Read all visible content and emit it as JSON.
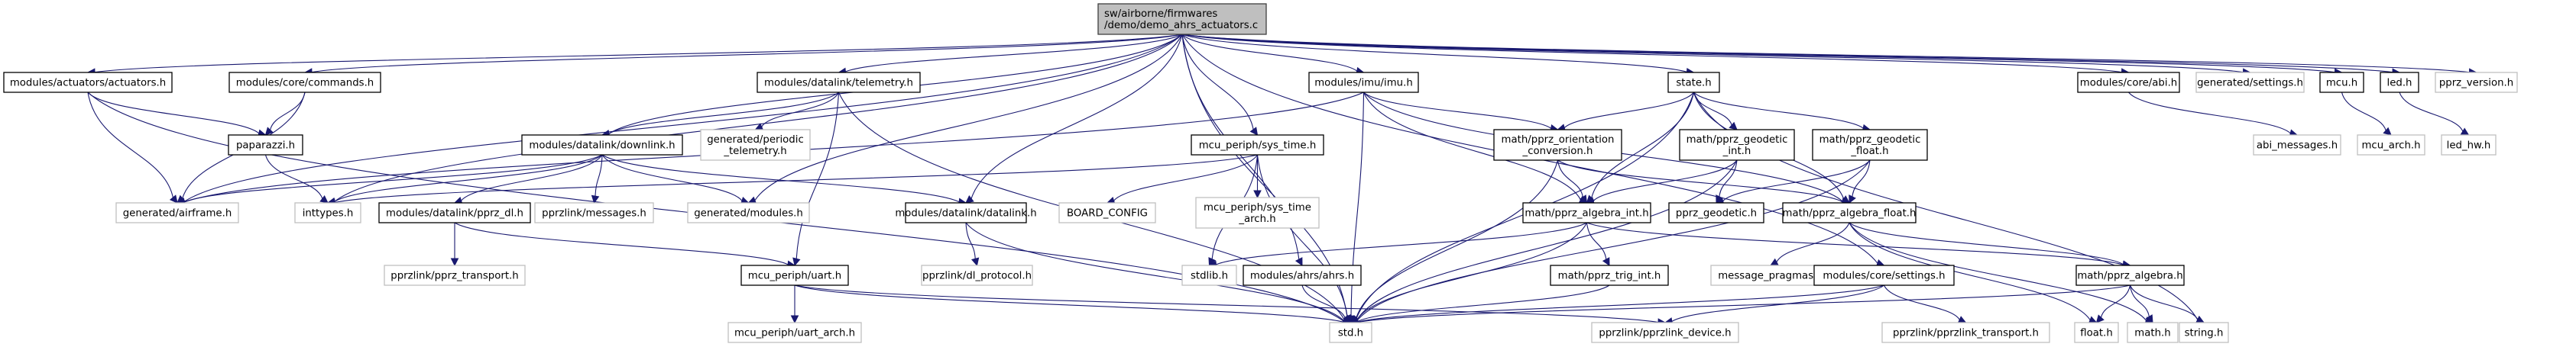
{
  "diagram": {
    "type": "include-dependency-graph",
    "root": "root",
    "colors": {
      "edge": "#191970",
      "root_fill": "#bfbfbf",
      "documented_border": "#000000",
      "undocumented_border": "#bfbfbf"
    },
    "nodes": [
      {
        "id": "root",
        "label": [
          "sw/airborne/firmwares",
          "/demo/demo_ahrs_actuators.c"
        ],
        "kind": "root"
      },
      {
        "id": "actuators",
        "label": [
          "modules/actuators/actuators.h"
        ],
        "kind": "documented"
      },
      {
        "id": "commands",
        "label": [
          "modules/core/commands.h"
        ],
        "kind": "documented"
      },
      {
        "id": "telemetry",
        "label": [
          "modules/datalink/telemetry.h"
        ],
        "kind": "documented"
      },
      {
        "id": "imu",
        "label": [
          "modules/imu/imu.h"
        ],
        "kind": "documented"
      },
      {
        "id": "state",
        "label": [
          "state.h"
        ],
        "kind": "documented"
      },
      {
        "id": "abi",
        "label": [
          "modules/core/abi.h"
        ],
        "kind": "documented"
      },
      {
        "id": "gen_settings",
        "label": [
          "generated/settings.h"
        ],
        "kind": "undocumented"
      },
      {
        "id": "mcu",
        "label": [
          "mcu.h"
        ],
        "kind": "documented"
      },
      {
        "id": "led",
        "label": [
          "led.h"
        ],
        "kind": "documented"
      },
      {
        "id": "pprz_version",
        "label": [
          "pprz_version.h"
        ],
        "kind": "undocumented"
      },
      {
        "id": "paparazzi",
        "label": [
          "paparazzi.h"
        ],
        "kind": "documented"
      },
      {
        "id": "downlink",
        "label": [
          "modules/datalink/downlink.h"
        ],
        "kind": "documented"
      },
      {
        "id": "periodic_telemetry",
        "label": [
          "generated/periodic",
          "_telemetry.h"
        ],
        "kind": "undocumented"
      },
      {
        "id": "sys_time",
        "label": [
          "mcu_periph/sys_time.h"
        ],
        "kind": "documented"
      },
      {
        "id": "orientation_conversion",
        "label": [
          "math/pprz_orientation",
          "_conversion.h"
        ],
        "kind": "documented"
      },
      {
        "id": "geodetic_int",
        "label": [
          "math/pprz_geodetic",
          "_int.h"
        ],
        "kind": "documented"
      },
      {
        "id": "geodetic_float",
        "label": [
          "math/pprz_geodetic",
          "_float.h"
        ],
        "kind": "documented"
      },
      {
        "id": "abi_messages",
        "label": [
          "abi_messages.h"
        ],
        "kind": "undocumented"
      },
      {
        "id": "mcu_arch",
        "label": [
          "mcu_arch.h"
        ],
        "kind": "undocumented"
      },
      {
        "id": "led_hw",
        "label": [
          "led_hw.h"
        ],
        "kind": "undocumented"
      },
      {
        "id": "airframe",
        "label": [
          "generated/airframe.h"
        ],
        "kind": "undocumented"
      },
      {
        "id": "inttypes",
        "label": [
          "inttypes.h"
        ],
        "kind": "undocumented"
      },
      {
        "id": "pprz_dl",
        "label": [
          "modules/datalink/pprz_dl.h"
        ],
        "kind": "documented"
      },
      {
        "id": "messages",
        "label": [
          "pprzlink/messages.h"
        ],
        "kind": "undocumented"
      },
      {
        "id": "gen_modules",
        "label": [
          "generated/modules.h"
        ],
        "kind": "undocumented"
      },
      {
        "id": "datalink",
        "label": [
          "modules/datalink/datalink.h"
        ],
        "kind": "documented"
      },
      {
        "id": "board_config",
        "label": [
          "BOARD_CONFIG"
        ],
        "kind": "undocumented"
      },
      {
        "id": "sys_time_arch",
        "label": [
          "mcu_periph/sys_time",
          "_arch.h"
        ],
        "kind": "undocumented"
      },
      {
        "id": "algebra_int",
        "label": [
          "math/pprz_algebra_int.h"
        ],
        "kind": "documented"
      },
      {
        "id": "pprz_geodetic",
        "label": [
          "pprz_geodetic.h"
        ],
        "kind": "documented"
      },
      {
        "id": "algebra_float",
        "label": [
          "math/pprz_algebra_float.h"
        ],
        "kind": "documented"
      },
      {
        "id": "pprz_transport",
        "label": [
          "pprzlink/pprz_transport.h"
        ],
        "kind": "undocumented"
      },
      {
        "id": "uart",
        "label": [
          "mcu_periph/uart.h"
        ],
        "kind": "documented"
      },
      {
        "id": "dl_protocol",
        "label": [
          "pprzlink/dl_protocol.h"
        ],
        "kind": "undocumented"
      },
      {
        "id": "stdlib",
        "label": [
          "stdlib.h"
        ],
        "kind": "undocumented"
      },
      {
        "id": "ahrs",
        "label": [
          "modules/ahrs/ahrs.h"
        ],
        "kind": "documented"
      },
      {
        "id": "trig_int",
        "label": [
          "math/pprz_trig_int.h"
        ],
        "kind": "documented"
      },
      {
        "id": "message_pragmas",
        "label": [
          "message_pragmas.h"
        ],
        "kind": "undocumented"
      },
      {
        "id": "settings",
        "label": [
          "modules/core/settings.h"
        ],
        "kind": "documented"
      },
      {
        "id": "algebra",
        "label": [
          "math/pprz_algebra.h"
        ],
        "kind": "documented"
      },
      {
        "id": "uart_arch",
        "label": [
          "mcu_periph/uart_arch.h"
        ],
        "kind": "undocumented"
      },
      {
        "id": "std",
        "label": [
          "std.h"
        ],
        "kind": "undocumented"
      },
      {
        "id": "pprzlink_device",
        "label": [
          "pprzlink/pprzlink_device.h"
        ],
        "kind": "undocumented"
      },
      {
        "id": "pprzlink_transport",
        "label": [
          "pprzlink/pprzlink_transport.h"
        ],
        "kind": "undocumented"
      },
      {
        "id": "float_h",
        "label": [
          "float.h"
        ],
        "kind": "undocumented"
      },
      {
        "id": "math_h",
        "label": [
          "math.h"
        ],
        "kind": "undocumented"
      },
      {
        "id": "string_h",
        "label": [
          "string.h"
        ],
        "kind": "undocumented"
      }
    ],
    "edges": [
      [
        "root",
        "actuators"
      ],
      [
        "root",
        "commands"
      ],
      [
        "root",
        "telemetry"
      ],
      [
        "root",
        "imu"
      ],
      [
        "root",
        "state"
      ],
      [
        "root",
        "abi"
      ],
      [
        "root",
        "gen_settings"
      ],
      [
        "root",
        "mcu"
      ],
      [
        "root",
        "led"
      ],
      [
        "root",
        "pprz_version"
      ],
      [
        "root",
        "airframe"
      ],
      [
        "root",
        "downlink"
      ],
      [
        "root",
        "sys_time"
      ],
      [
        "root",
        "inttypes"
      ],
      [
        "root",
        "gen_modules"
      ],
      [
        "root",
        "datalink"
      ],
      [
        "root",
        "ahrs"
      ],
      [
        "root",
        "settings"
      ],
      [
        "root",
        "std"
      ],
      [
        "actuators",
        "paparazzi"
      ],
      [
        "actuators",
        "airframe"
      ],
      [
        "actuators",
        "std"
      ],
      [
        "commands",
        "paparazzi"
      ],
      [
        "commands",
        "airframe"
      ],
      [
        "paparazzi",
        "inttypes"
      ],
      [
        "telemetry",
        "downlink"
      ],
      [
        "telemetry",
        "periodic_telemetry"
      ],
      [
        "telemetry",
        "uart"
      ],
      [
        "telemetry",
        "std"
      ],
      [
        "downlink",
        "airframe"
      ],
      [
        "downlink",
        "inttypes"
      ],
      [
        "downlink",
        "pprz_dl"
      ],
      [
        "downlink",
        "messages"
      ],
      [
        "downlink",
        "gen_modules"
      ],
      [
        "downlink",
        "datalink"
      ],
      [
        "pprz_dl",
        "pprz_transport"
      ],
      [
        "pprz_dl",
        "uart"
      ],
      [
        "datalink",
        "dl_protocol"
      ],
      [
        "datalink",
        "std"
      ],
      [
        "uart",
        "uart_arch"
      ],
      [
        "uart",
        "std"
      ],
      [
        "uart",
        "pprzlink_device"
      ],
      [
        "sys_time",
        "inttypes"
      ],
      [
        "sys_time",
        "board_config"
      ],
      [
        "sys_time",
        "sys_time_arch"
      ],
      [
        "sys_time",
        "stdlib"
      ],
      [
        "sys_time",
        "std"
      ],
      [
        "imu",
        "airframe"
      ],
      [
        "imu",
        "orientation_conversion"
      ],
      [
        "imu",
        "algebra_int"
      ],
      [
        "imu",
        "algebra_float"
      ],
      [
        "imu",
        "std"
      ],
      [
        "state",
        "orientation_conversion"
      ],
      [
        "state",
        "geodetic_int"
      ],
      [
        "state",
        "geodetic_float"
      ],
      [
        "state",
        "algebra_int"
      ],
      [
        "state",
        "algebra_float"
      ],
      [
        "state",
        "std"
      ],
      [
        "state",
        "string_h"
      ],
      [
        "orientation_conversion",
        "algebra_int"
      ],
      [
        "orientation_conversion",
        "algebra_float"
      ],
      [
        "orientation_conversion",
        "std"
      ],
      [
        "geodetic_int",
        "algebra_int"
      ],
      [
        "geodetic_int",
        "pprz_geodetic"
      ],
      [
        "geodetic_int",
        "std"
      ],
      [
        "geodetic_float",
        "pprz_geodetic"
      ],
      [
        "geodetic_float",
        "algebra_float"
      ],
      [
        "geodetic_float",
        "std"
      ],
      [
        "algebra_int",
        "stdlib"
      ],
      [
        "algebra_int",
        "trig_int"
      ],
      [
        "algebra_int",
        "algebra"
      ],
      [
        "algebra_int",
        "std"
      ],
      [
        "trig_int",
        "std"
      ],
      [
        "algebra_float",
        "message_pragmas"
      ],
      [
        "algebra_float",
        "algebra"
      ],
      [
        "algebra_float",
        "float_h"
      ],
      [
        "algebra_float",
        "math_h"
      ],
      [
        "algebra",
        "float_h"
      ],
      [
        "algebra",
        "math_h"
      ],
      [
        "algebra",
        "string_h"
      ],
      [
        "algebra",
        "std"
      ],
      [
        "settings",
        "pprzlink_transport"
      ],
      [
        "settings",
        "pprzlink_device"
      ],
      [
        "settings",
        "std"
      ],
      [
        "ahrs",
        "std"
      ],
      [
        "abi",
        "abi_messages"
      ],
      [
        "mcu",
        "mcu_arch"
      ],
      [
        "led",
        "led_hw"
      ]
    ]
  }
}
